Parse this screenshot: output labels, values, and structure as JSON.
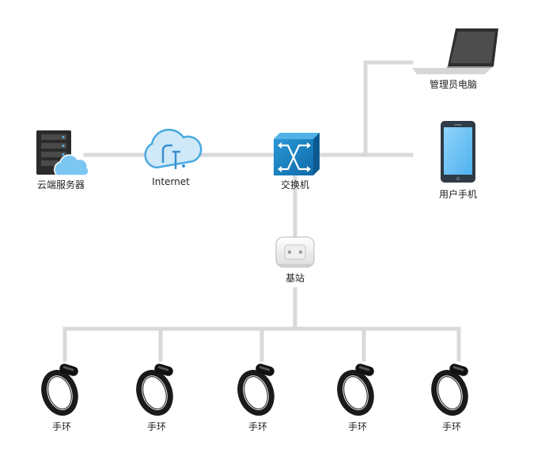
{
  "nodes": {
    "cloud_server": {
      "label": "云端服务器",
      "icon": "cloud-server-icon"
    },
    "internet": {
      "label": "Internet",
      "icon": "internet-cloud-icon"
    },
    "switch": {
      "label": "交换机",
      "icon": "network-switch-icon"
    },
    "admin_pc": {
      "label": "管理员电脑",
      "icon": "laptop-icon"
    },
    "user_phone": {
      "label": "用户手机",
      "icon": "smartphone-icon"
    },
    "base_station": {
      "label": "基站",
      "icon": "base-station-icon"
    },
    "bands": [
      {
        "label": "手环",
        "icon": "smart-band-icon"
      },
      {
        "label": "手环",
        "icon": "smart-band-icon"
      },
      {
        "label": "手环",
        "icon": "smart-band-icon"
      },
      {
        "label": "手环",
        "icon": "smart-band-icon"
      },
      {
        "label": "手环",
        "icon": "smart-band-icon"
      }
    ]
  },
  "colors": {
    "line": "#d9d9d9",
    "switch_blue": "#1a7fc0",
    "cloud_blue": "#5ab4ea",
    "phone_screen": "#6ec4f5",
    "band_black": "#1a1a1a"
  }
}
